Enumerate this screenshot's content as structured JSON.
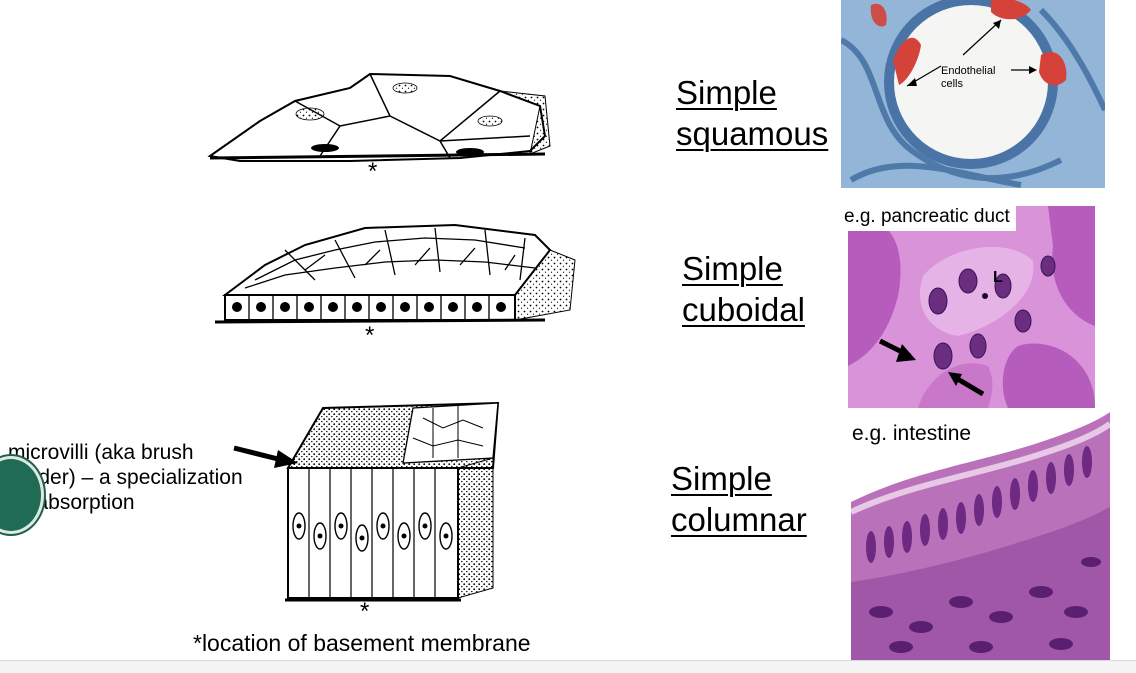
{
  "rows": [
    {
      "title_line1": "Simple",
      "title_line2": "squamous",
      "caption": ""
    },
    {
      "title_line1": "Simple",
      "title_line2": "cuboidal",
      "caption": "e.g. pancreatic duct"
    },
    {
      "title_line1": "Simple",
      "title_line2": "columnar",
      "caption": "e.g. intestine"
    }
  ],
  "annotations": {
    "asterisk": "*",
    "basement_note": "*location of basement membrane",
    "microvilli_line1": "microvilli (aka brush",
    "microvilli_line2": "border) – a specialization",
    "microvilli_line3": "or absorption",
    "endothelial_line1": "Endothelial",
    "endothelial_line2": "cells",
    "lumen_label": "L"
  },
  "colors": {
    "ink": "#000000",
    "squamous_red": "#d4423a",
    "squamous_blue": "#5f86b8",
    "he_pink": "#d06fd0",
    "he_purple": "#7a2d8d",
    "columnar_purple": "#8d3a92",
    "side_tab_green": "#1f6b54"
  },
  "icons": {
    "side_tab": "circle-tab-icon",
    "arrow": "arrow-icon"
  }
}
